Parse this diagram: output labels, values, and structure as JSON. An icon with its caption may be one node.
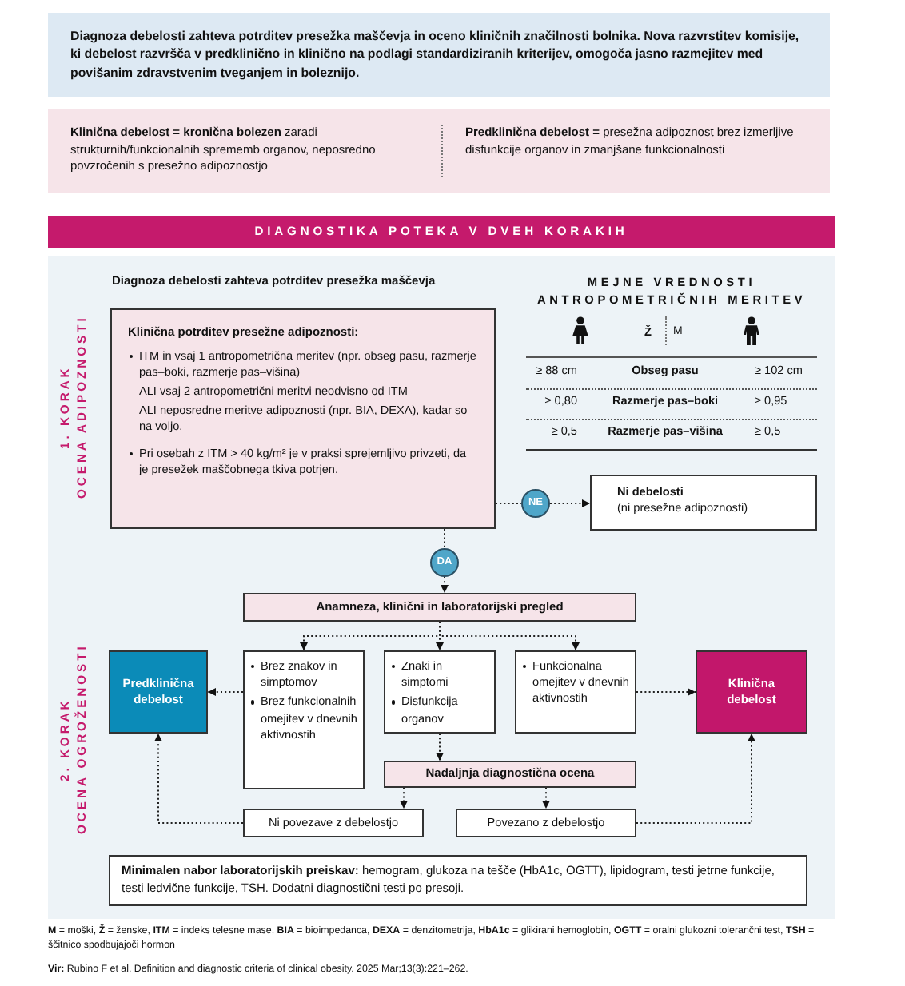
{
  "diagram": {
    "nodes": [
      {
        "text": [
          "Diagnoza debelosti zahteva potrditev presežka maščevja in oceno kliničnih značilnosti bolnika. Nova razvrstitev komisije, ki debelost razvršča v predklinično in klinično na podlagi standardiziranih kriterijev, omogoča jasno razmejitev med povišanim zdravstvenim tveganjem in boleznijo."
        ]
      },
      {
        "text": [
          "**Klinična debelost = kronična bolezen** zaradi strukturnih/funkcionalnih sprememb organov, neposredno povzročenih s presežno adipoznostjo",
          "**Predklinična debelost =** presežna adipoznost brez izmerljive disfunkcije organov in zmanjšane funkcionalnosti"
        ]
      },
      {
        "text": [
          "DIAGNOSTIKA POTEKA V DVEH KORAKIH"
        ]
      },
      {
        "text": [
          "1. KORAK",
          "OCENA ADIPOZNOSTI"
        ]
      },
      {
        "text": [
          "Klinična potrditev presežne adipoznosti:",
          "ITM in vsaj 1 antropometrična meritev (npr. obseg pasu, razmerje pas–boki, razmerje pas–višina)",
          "ALI vsaj 2 antropometrični meritvi neodvisno od ITM",
          "ALI neposredne meritve adipoznosti (npr. BIA, DEXA), kadar so na voljo.",
          "Pri osebah z ITM > 40 kg/m² je v praksi sprejemljivo privzeti, da je presežek maščobnega tkiva potrjen."
        ],
        "in": 3
      },
      {
        "text": [
          "NE"
        ],
        "in": 3
      },
      {
        "text": [
          "Ni debelosti",
          "(ni presežne adipoznosti)"
        ],
        "in": 3
      },
      {
        "text": [
          "2. KORAK",
          "OCENA OGROŽENOSTI"
        ]
      },
      {
        "text": [
          "DA"
        ]
      },
      {
        "text": [
          "Anamneza, klinični in laboratorijski pregled"
        ],
        "in": 7
      },
      {
        "text": [
          "Predklinična debelost"
        ],
        "in": 7
      },
      {
        "text": [
          "Brez znakov in simptomov",
          "Brez funkcionalnih omejitev v dnevnih aktivnostih"
        ],
        "in": 7
      },
      {
        "text": [
          "Znaki in simptomi",
          "Disfunkcija organov"
        ],
        "in": 7
      },
      {
        "text": [
          "Funkcionalna omejitev v dnevnih aktivnostih"
        ],
        "in": 7
      },
      {
        "text": [
          "Klinična debelost"
        ],
        "in": 7
      },
      {
        "text": [
          "Nadaljnja diagnostična ocena"
        ],
        "in": 7
      },
      {
        "text": [
          "Ni povezave z debelostjo"
        ],
        "in": 7
      },
      {
        "text": [
          "Povezano z debelostjo"
        ],
        "in": 7
      },
      {
        "text": [
          "**Minimalen nabor laboratorijskih preiskav:** hemogram, glukoza na tešče (HbA1c, OGTT), lipidogram, testi jetrne funkcije, testi ledvične funkcije, TSH. Dodatni diagnostični testi po presoji."
        ],
        "in": 7
      }
    ],
    "edges": [
      {
        "from": 4,
        "to": 5,
        "arrow": "none"
      },
      {
        "from": 5,
        "to": 6,
        "arrow": "to"
      },
      {
        "from": 4,
        "to": 8,
        "arrow": "none"
      },
      {
        "from": 8,
        "to": 9,
        "arrow": "to"
      },
      {
        "from": 9,
        "to": 11,
        "arrow": "to"
      },
      {
        "from": 9,
        "to": 12,
        "arrow": "to"
      },
      {
        "from": 9,
        "to": 13,
        "arrow": "to"
      },
      {
        "from": 11,
        "to": 10,
        "arrow": "to"
      },
      {
        "from": 13,
        "to": 14,
        "arrow": "to"
      },
      {
        "from": 12,
        "to": 15,
        "arrow": "to"
      },
      {
        "from": 15,
        "to": 16,
        "arrow": "to"
      },
      {
        "from": 15,
        "to": 17,
        "arrow": "to"
      },
      {
        "from": 16,
        "to": 10,
        "arrow": "to"
      },
      {
        "from": 17,
        "to": 14,
        "arrow": "to"
      }
    ],
    "labels": [
      "Diagnoza debelosti zahteva potrditev presežka maščevja",
      "MEJNE VREDNOSTI ANTROPOMETRIČNIH MERITEV",
      "Ž",
      "M",
      "≥ 88 cm",
      "Obseg pasu",
      "≥ 102 cm",
      "≥ 0,80",
      "Razmerje pas–boki",
      "≥ 0,95",
      "≥ 0,5",
      "Razmerje pas–višina",
      "≥ 0,5",
      "**M** = moški, **Ž** = ženske, **ITM** = indeks telesne mase, **BIA** = bioimpedanca, **DEXA** = denzitometrija, **HbA1c** = glikirani hemoglobin, **OGTT** = oralni glukozni tolerančni test, **TSH** = ščitnico spodbujajoči hormon",
      "**Vir:** Rubino F et al. Definition and diagnostic criteria of clinical obesity. 2025 Mar;13(3):221–262."
    ]
  }
}
